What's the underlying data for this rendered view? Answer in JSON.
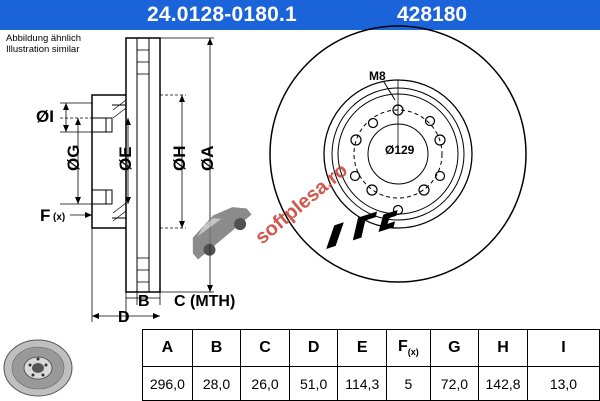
{
  "header": {
    "part_number": "24.0128-0180.1",
    "article_number": "428180"
  },
  "note": {
    "line1": "Abbildung ähnlich",
    "line2": "Illustration similar"
  },
  "labels": {
    "I": "ØI",
    "G": "ØG",
    "E": "ØE",
    "H": "ØH",
    "A": "ØA",
    "F": "F",
    "F_sub": "(x)",
    "B": "B",
    "C": "C (MTH)",
    "D": "D",
    "M8": "M8",
    "pcd": "Ø129"
  },
  "watermark": "softplesa.ro",
  "spec_table": {
    "headers": [
      "A",
      "B",
      "C",
      "D",
      "E",
      "F",
      "G",
      "H",
      "I"
    ],
    "f_sub": "(x)",
    "values": [
      "296,0",
      "28,0",
      "26,0",
      "51,0",
      "114,3",
      "5",
      "72,0",
      "142,8",
      "13,0"
    ]
  },
  "colors": {
    "header_bg": "#1a63d9",
    "watermark": "#c83b2e"
  }
}
